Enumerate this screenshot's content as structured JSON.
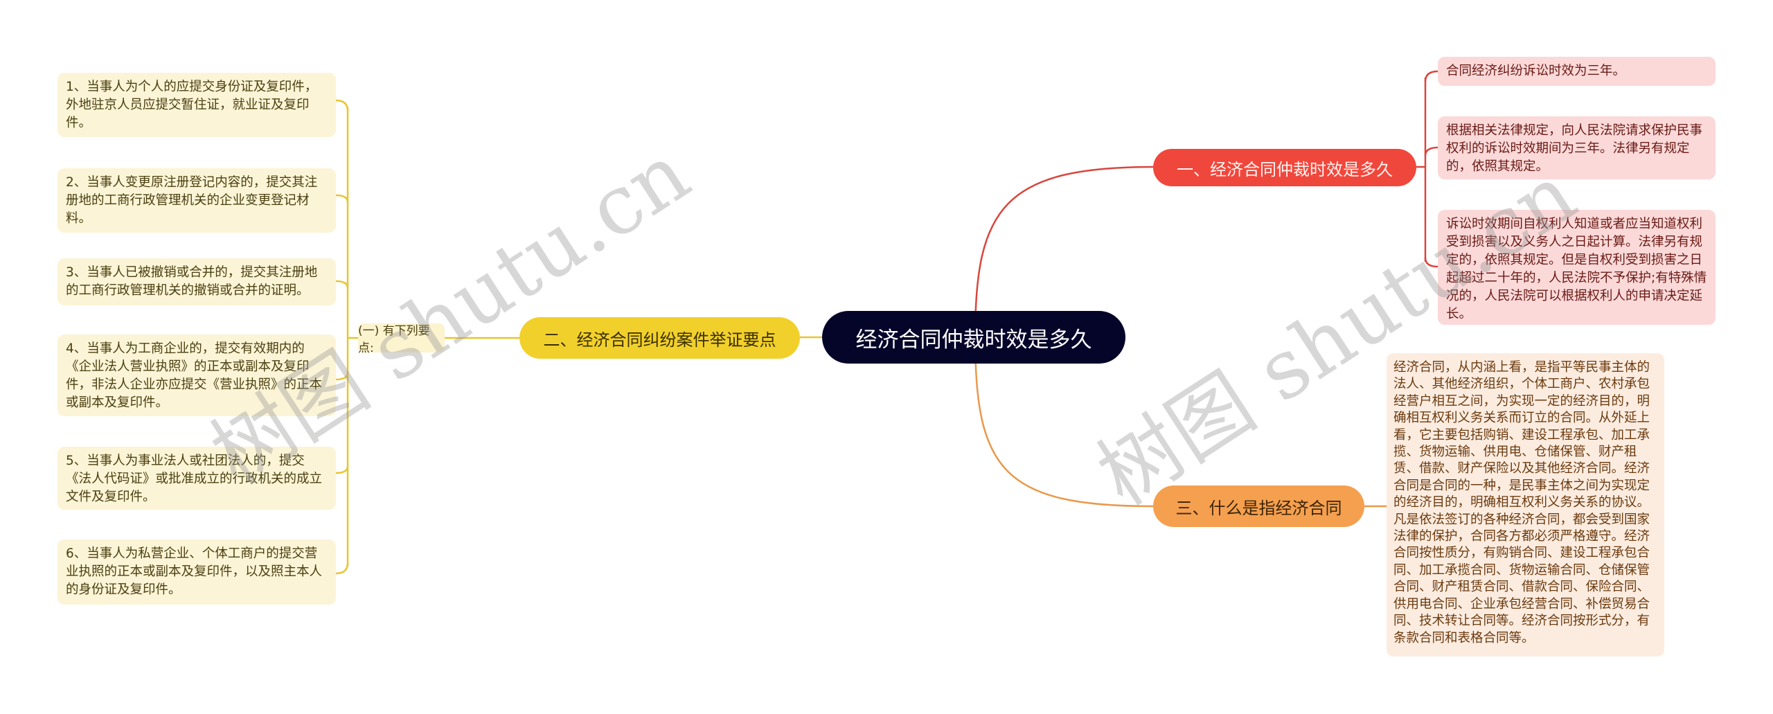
{
  "root": {
    "label": "经济合同仲裁时效是多久",
    "color": "#05052a"
  },
  "branches": [
    {
      "label": "一、经济合同仲裁时效是多久",
      "color": "#f0473c",
      "children": [
        {
          "text": "合同经济纠纷诉讼时效为三年。"
        },
        {
          "text": "根据相关法律规定，向人民法院请求保护民事权利的诉讼时效期间为三年。法律另有规定的，依照其规定。"
        },
        {
          "text": "诉讼时效期间自权利人知道或者应当知道权利受到损害以及义务人之日起计算。法律另有规定的，依照其规定。但是自权利受到损害之日起超过二十年的，人民法院不予保护;有特殊情况的，人民法院可以根据权利人的申请决定延长。"
        }
      ]
    },
    {
      "label": "二、经济合同纠纷案件举证要点",
      "color": "#f2d02c",
      "sub": {
        "label": "(一) 有下列要点:",
        "children": [
          {
            "text": "1、当事人为个人的应提交身份证及复印件，外地驻京人员应提交暂住证，就业证及复印件。"
          },
          {
            "text": "2、当事人变更原注册登记内容的，提交其注册地的工商行政管理机关的企业变更登记材料。"
          },
          {
            "text": "3、当事人已被撤销或合并的，提交其注册地的工商行政管理机关的撤销或合并的证明。"
          },
          {
            "text": "4、当事人为工商企业的，提交有效期内的《企业法人营业执照》的正本或副本及复印件，非法人企业亦应提交《营业执照》的正本或副本及复印件。"
          },
          {
            "text": "5、当事人为事业法人或社团法人的，提交《法人代码证》或批准成立的行政机关的成立文件及复印件。"
          },
          {
            "text": "6、当事人为私营企业、个体工商户的提交营业执照的正本或副本及复印件，以及照主本人的身份证及复印件。"
          }
        ]
      }
    },
    {
      "label": "三、什么是指经济合同",
      "color": "#f4a04f",
      "children": [
        {
          "text": "经济合同，从内涵上看，是指平等民事主体的法人、其他经济组织，个体工商户、农村承包经营户相互之间，为实现一定的经济目的，明确相互权利义务关系而订立的合同。从外延上看，它主要包括购销、建设工程承包、加工承揽、货物运输、供用电、仓储保管、财产租赁、借款、财产保险以及其他经济合同。经济合同是合同的一种，是民事主体之间为实现定的经济目的，明确相互权利义务关系的协议。凡是依法签订的各种经济合同，都会受到国家法律的保护，合同各方都必须严格遵守。经济合同按性质分，有购销合同、建设工程承包合同、加工承揽合同、货物运输合同、仓储保管合同、财产租赁合同、借款合同、保险合同、供用电合同、企业承包经营合同、补偿贸易合同、技术转让合同等。经济合同按形式分，有条款合同和表格合同等。"
        }
      ]
    }
  ],
  "watermarks": [
    "树图 shutu.cn",
    "树图 shutu.cn"
  ]
}
